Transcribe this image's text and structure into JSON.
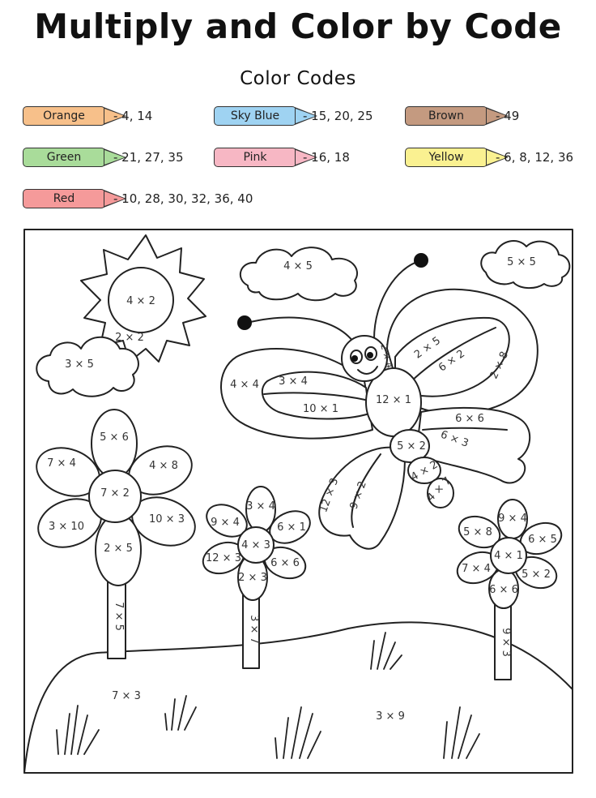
{
  "title": "Multiply and Color by Code",
  "subtitle": "Color Codes",
  "codes": [
    {
      "color_name": "Orange",
      "fill": "#f7c08a",
      "values": "- 4, 14"
    },
    {
      "color_name": "Sky Blue",
      "fill": "#9fd3f2",
      "values": "- 15, 20, 25"
    },
    {
      "color_name": "Brown",
      "fill": "#c49a80",
      "values": "- 49"
    },
    {
      "color_name": "Green",
      "fill": "#a9dc9a",
      "values": "- 21, 27, 35"
    },
    {
      "color_name": "Pink",
      "fill": "#f7b7c4",
      "values": "- 16, 18"
    },
    {
      "color_name": "Yellow",
      "fill": "#faf191",
      "values": "- 6, 8, 12, 36"
    },
    {
      "color_name": "Red",
      "fill": "#f59a9a",
      "values": "- 10, 28, 30, 32, 36, 40"
    }
  ],
  "sun": {
    "center": "4 × 2",
    "ray": "2 × 2"
  },
  "clouds": {
    "left": "3 × 5",
    "middle": "4 × 5",
    "right": "5 × 5"
  },
  "butterfly": {
    "head": "2 × 4",
    "upper_wing_outer": "2 × 8",
    "upper_wing_a": "2 × 5",
    "upper_wing_b": "6 × 2",
    "left_wing_outer": "4 × 4",
    "left_wing_inner": "3 × 4",
    "left_wing_lower": "10 × 1",
    "body_upper": "12 × 1",
    "body_mid": "5 × 2",
    "body_lower": "4 × 2",
    "body_tail": "4 × 7",
    "right_lower_a": "6 × 6",
    "right_lower_b": "6 × 3",
    "lower_wing_a": "12 × 3",
    "lower_wing_b": "9 × 2"
  },
  "flower_left": {
    "top": "5 × 6",
    "left_top": "7 × 4",
    "right_top": "4 × 8",
    "center": "7 × 2",
    "left_bottom": "3 × 10",
    "right_bottom": "10 × 3",
    "bottom": "2 × 5",
    "stem": "7 × 5"
  },
  "flower_middle": {
    "top": "3 × 4",
    "left_top": "9 × 4",
    "right_top": "6 × 1",
    "center": "4 × 3",
    "left_bottom": "12 × 3",
    "right_bottom": "6 × 6",
    "bottom": "2 × 3",
    "stem": "3 × 7"
  },
  "flower_right": {
    "top": "9 × 4",
    "left_top": "5 × 8",
    "right_top": "6 × 5",
    "center": "4 × 1",
    "left_bottom": "7 × 4",
    "right_bottom": "5 × 2",
    "bottom": "6 × 6",
    "stem": "9 × 3"
  },
  "hill": {
    "left": "7 × 3",
    "right": "3 × 9"
  }
}
